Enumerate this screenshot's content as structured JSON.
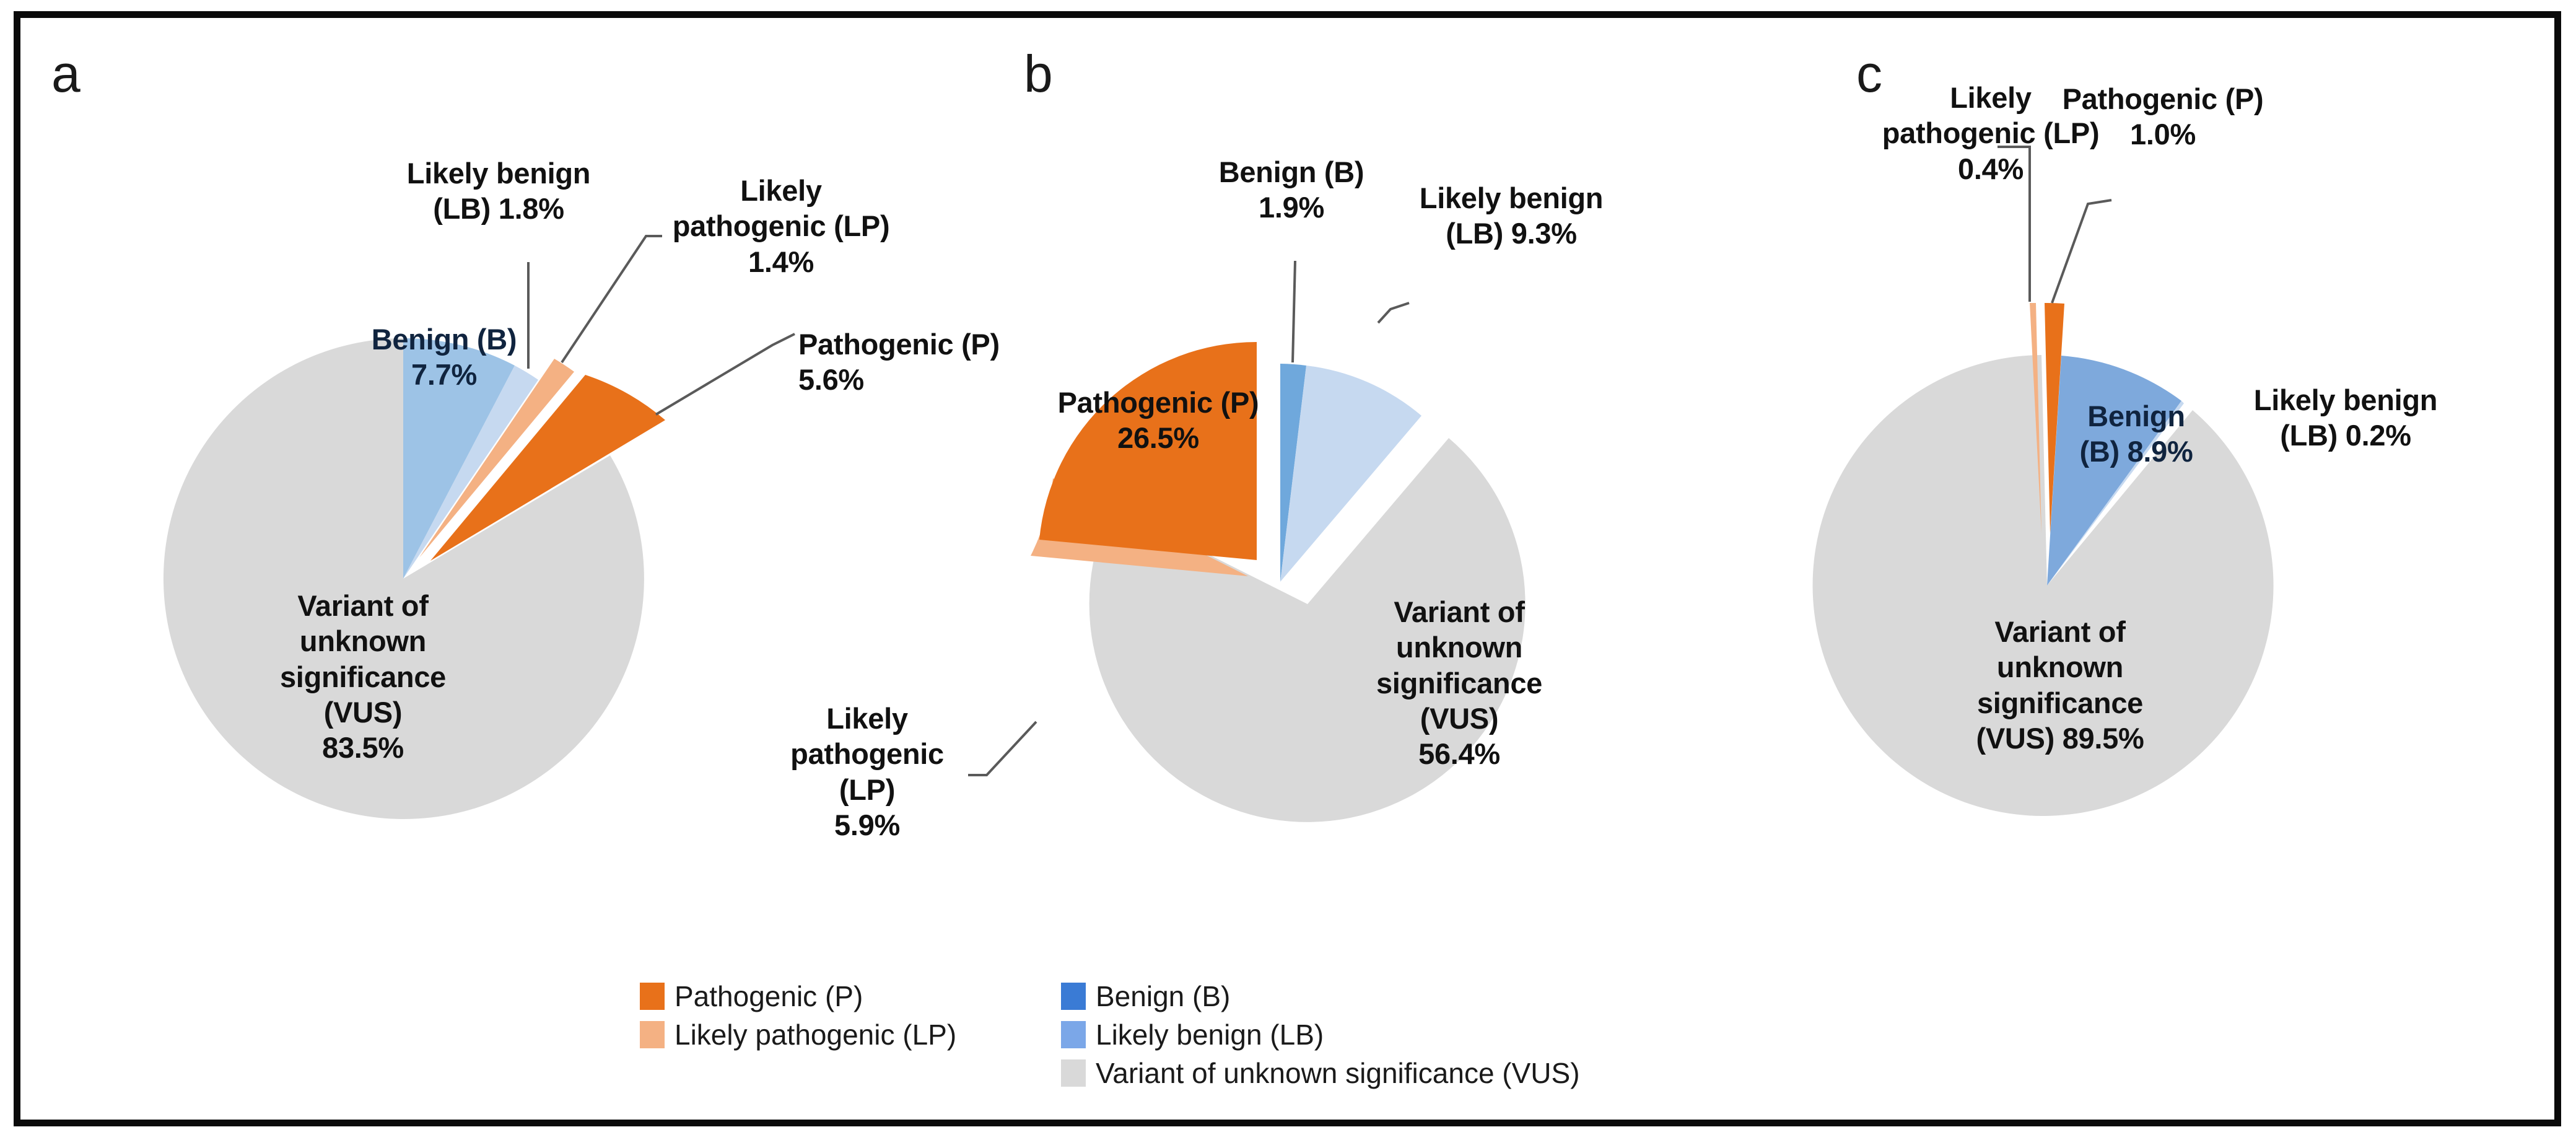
{
  "figure": {
    "border_color": "#0a0a0a",
    "background": "#ffffff"
  },
  "colors": {
    "pathogenic": "#E8711A",
    "likely_pathogenic": "#F4B183",
    "benign": "#4A86D6",
    "benign_slice": "#9DC3E6",
    "likely_benign": "#C6D9F0",
    "likely_benign_legend": "#7BA7E8",
    "vus": "#D9D9D9",
    "label_dark": "#111111",
    "label_navy": "#10243f",
    "leader_line": "#5a5a5a"
  },
  "panels": [
    {
      "letter": "a"
    },
    {
      "letter": "b"
    },
    {
      "letter": "c"
    }
  ],
  "legend": {
    "items": [
      {
        "label": "Pathogenic (P)",
        "color": "#E8711A"
      },
      {
        "label": "Likely pathogenic (LP)",
        "color": "#F4B183"
      },
      {
        "label": "Benign (B)",
        "color": "#3A7BD5"
      },
      {
        "label": "Likely benign (LB)",
        "color": "#7BA7E8"
      },
      {
        "label": "Variant of unknown significance (VUS)",
        "color": "#D9D9D9"
      }
    ]
  },
  "chart_data": [
    {
      "type": "pie",
      "panel": "a",
      "title": "",
      "legend_position": "bottom",
      "categories": [
        "Benign (B)",
        "Likely benign (LB)",
        "Likely pathogenic (LP)",
        "Pathogenic (P)",
        "Variant of unknown significance (VUS)"
      ],
      "values": [
        7.7,
        1.8,
        1.4,
        5.6,
        83.5
      ],
      "unit": "%",
      "exploded": [
        "Likely pathogenic (LP)",
        "Pathogenic (P)"
      ],
      "labels": {
        "benign": "Benign (B)\n7.7%",
        "likely_benign": "Likely benign\n(LB) 1.8%",
        "likely_pathogenic": "Likely\npathogenic (LP)\n1.4%",
        "pathogenic": "Pathogenic (P)\n5.6%",
        "vus": "Variant of\nunknown\nsignificance\n(VUS)\n83.5%"
      }
    },
    {
      "type": "pie",
      "panel": "b",
      "title": "",
      "legend_position": "bottom",
      "categories": [
        "Benign (B)",
        "Likely benign (LB)",
        "Variant of unknown significance (VUS)",
        "Likely pathogenic (LP)",
        "Pathogenic (P)"
      ],
      "values": [
        1.9,
        9.3,
        56.4,
        5.9,
        26.5
      ],
      "unit": "%",
      "exploded": [
        "Variant of unknown significance (VUS)",
        "Likely pathogenic (LP)",
        "Pathogenic (P)"
      ],
      "labels": {
        "benign": "Benign (B)\n1.9%",
        "likely_benign": "Likely benign\n(LB) 9.3%",
        "likely_pathogenic": "Likely\npathogenic (LP)\n5.9%",
        "pathogenic": "Pathogenic (P)\n26.5%",
        "vus": "Variant of\nunknown\nsignificance\n(VUS)\n56.4%"
      }
    },
    {
      "type": "pie",
      "panel": "c",
      "title": "",
      "legend_position": "bottom",
      "categories": [
        "Likely pathogenic (LP)",
        "Pathogenic (P)",
        "Benign (B)",
        "Likely benign (LB)",
        "Variant of unknown significance (VUS)"
      ],
      "values": [
        0.4,
        1.0,
        8.9,
        0.2,
        89.5
      ],
      "unit": "%",
      "exploded": [
        "Likely pathogenic (LP)",
        "Pathogenic (P)"
      ],
      "labels": {
        "benign": "Benign\n(B) 8.9%",
        "likely_benign": "Likely benign\n(LB) 0.2%",
        "likely_pathogenic": "Likely\npathogenic (LP)\n0.4%",
        "pathogenic": "Pathogenic (P)\n1.0%",
        "vus": "Variant of\nunknown\nsignificance\n(VUS) 89.5%"
      }
    }
  ]
}
